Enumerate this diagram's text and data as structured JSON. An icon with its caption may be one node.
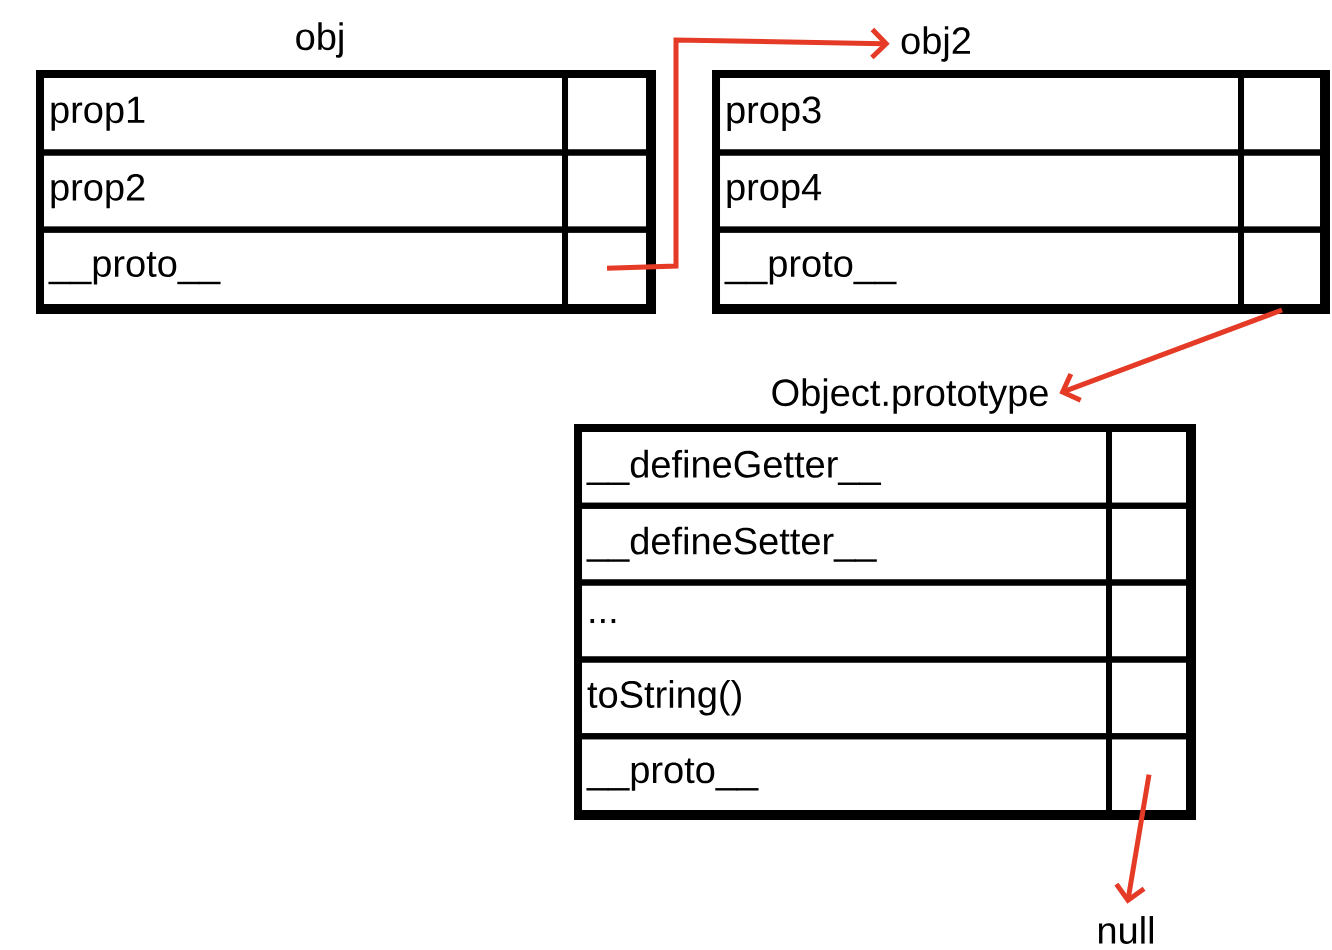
{
  "diagram": {
    "nodes": [
      {
        "text": [
          "obj"
        ]
      },
      {
        "text": [
          "prop1"
        ],
        "in": 0
      },
      {
        "text": [],
        "shape": "box",
        "in": 0
      },
      {
        "text": [
          "prop2"
        ],
        "in": 0
      },
      {
        "text": [],
        "shape": "box",
        "in": 0
      },
      {
        "text": [
          "__proto__"
        ],
        "in": 0
      },
      {
        "text": [],
        "shape": "box",
        "in": 0
      },
      {
        "text": [
          "obj2"
        ]
      },
      {
        "text": [
          "prop3"
        ],
        "in": 7
      },
      {
        "text": [],
        "shape": "box",
        "in": 7
      },
      {
        "text": [
          "prop4"
        ],
        "in": 7
      },
      {
        "text": [],
        "shape": "box",
        "in": 7
      },
      {
        "text": [
          "__proto__"
        ],
        "in": 7
      },
      {
        "text": [],
        "shape": "box",
        "in": 7
      },
      {
        "text": [
          "Object.prototype"
        ]
      },
      {
        "text": [
          "__defineGetter__"
        ],
        "in": 14
      },
      {
        "text": [],
        "shape": "box",
        "in": 14
      },
      {
        "text": [
          "__defineSetter__"
        ],
        "in": 14
      },
      {
        "text": [],
        "shape": "box",
        "in": 14
      },
      {
        "text": [
          "..."
        ],
        "in": 14
      },
      {
        "text": [],
        "shape": "box",
        "in": 14
      },
      {
        "text": [
          "toString()"
        ],
        "in": 14
      },
      {
        "text": [],
        "shape": "box",
        "in": 14
      },
      {
        "text": [
          "__proto__"
        ],
        "in": 14
      },
      {
        "text": [],
        "shape": "box",
        "in": 14
      },
      {
        "text": [
          "null"
        ]
      }
    ],
    "edges": [
      {
        "from": 6,
        "to": 7,
        "arrow": "to"
      },
      {
        "from": 13,
        "to": 14,
        "arrow": "to"
      },
      {
        "from": 24,
        "to": 25,
        "arrow": "to"
      }
    ]
  }
}
